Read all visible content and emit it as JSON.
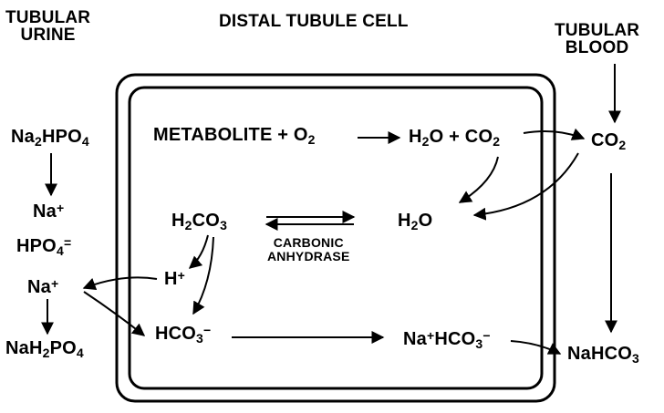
{
  "headers": {
    "urine_line1": "TUBULAR",
    "urine_line2": "URINE",
    "cell": "DISTAL TUBULE CELL",
    "blood_line1": "TUBULAR",
    "blood_line2": "BLOOD"
  },
  "urine": {
    "na2hpo4": {
      "a": "Na",
      "b": "2",
      "c": "HPO",
      "d": "4"
    },
    "na_plus_top": {
      "a": "Na",
      "b": "+"
    },
    "hpo4": {
      "a": "HPO",
      "b": "4",
      "c": "="
    },
    "na_plus_mid": {
      "a": "Na",
      "b": "+"
    },
    "nah2po4": {
      "a": "NaH",
      "b": "2",
      "c": "PO",
      "d": "4"
    }
  },
  "cell": {
    "metabolite": {
      "a": "METABOLITE + O",
      "b": "2"
    },
    "h2o_co2": {
      "a": "H",
      "b": "2",
      "c": "O + CO",
      "d": "2"
    },
    "h2co3": {
      "a": "H",
      "b": "2",
      "c": "CO",
      "d": "3"
    },
    "h2o": {
      "a": "H",
      "b": "2",
      "c": "O"
    },
    "enzyme_line1": "CARBONIC",
    "enzyme_line2": "ANHYDRASE",
    "h_plus": {
      "a": "H",
      "b": "+"
    },
    "hco3": {
      "a": "HCO",
      "b": "3",
      "c": "−"
    },
    "na_hco3": {
      "a": "Na",
      "b": "+",
      "c": "HCO",
      "d": "3",
      "e": "−"
    }
  },
  "blood": {
    "co2": {
      "a": "CO",
      "b": "2"
    },
    "nahco3": {
      "a": "NaHCO",
      "b": "3"
    }
  }
}
